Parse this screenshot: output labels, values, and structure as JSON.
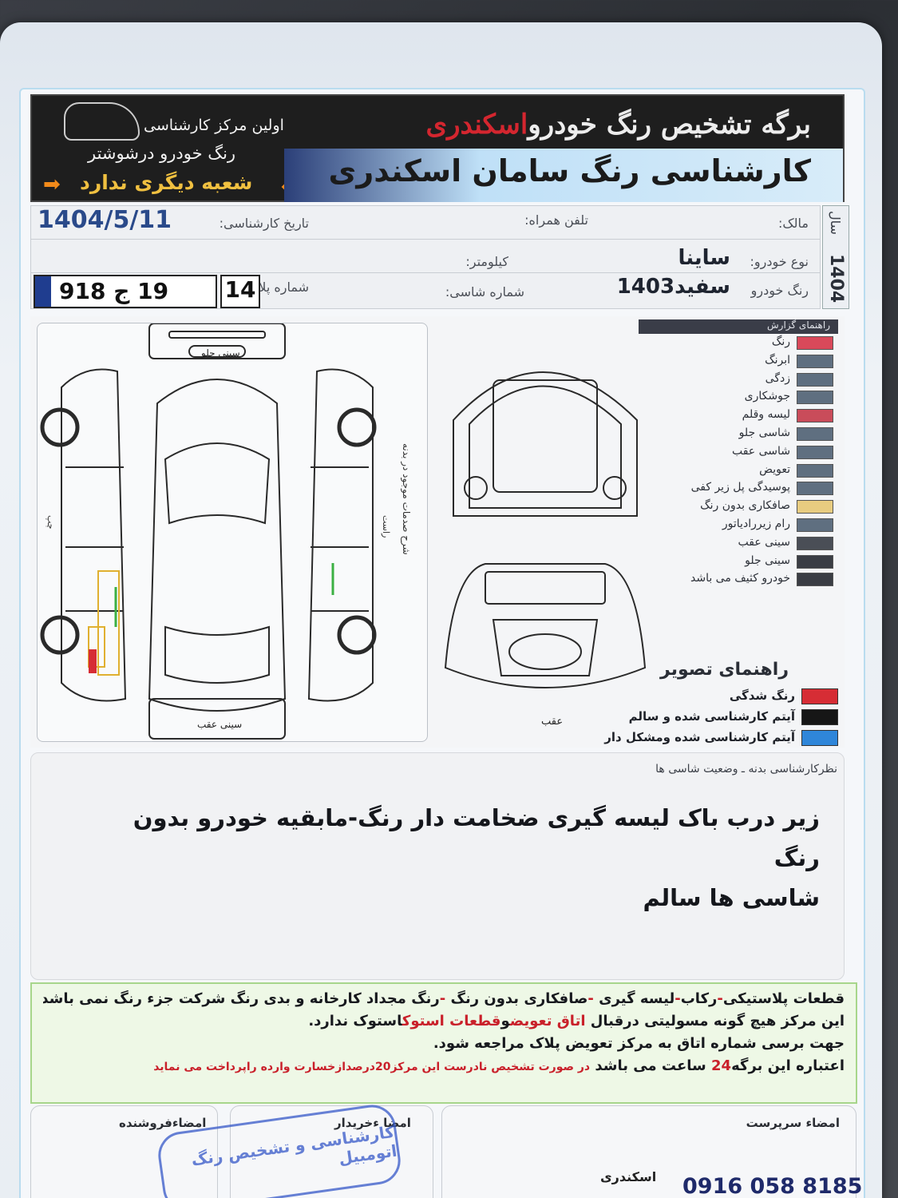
{
  "header": {
    "title_part1": "برگه تشخیص رنگ خودرو",
    "title_part2": "اسکندری",
    "subtitle": "کارشناسی رنگ سامان اسکندری",
    "left_line1": "اولین مرکز کارشناسی",
    "left_line2": "رنگ خودرو درشوشتر",
    "left_line3": "شعبه دیگری ندارد"
  },
  "info": {
    "owner_label": "مالک:",
    "phone_label": "تلفن همراه:",
    "date_label": "تاریخ کارشناسی:",
    "date_value": "1404/5/11",
    "car_type_label": "نوع خودرو:",
    "car_type_value": "ساینا",
    "km_label": "کیلومتر:",
    "color_label": "رنگ خودرو",
    "color_value": "سفید1403",
    "chassis_label": "شماره شاسی:",
    "plate_label": "شماره پلاک",
    "plate_number": "19 ج 918",
    "plate_code": "14",
    "year_label": "سال",
    "year_value": "1404"
  },
  "diagram": {
    "sini_jolo": "سینی جلو",
    "sini_aghab": "سینی عقب",
    "aghab": "عقب",
    "chap": "چپ",
    "rast": "راست",
    "side_note": "شرح صدمات موجود در بدنه"
  },
  "legend": {
    "header": "راهنمای گزارش",
    "items": [
      {
        "label": "رنگ",
        "color": "#d9495a"
      },
      {
        "label": "ابرنگ",
        "color": "#5f6f80"
      },
      {
        "label": "زدگی",
        "color": "#5f6f80"
      },
      {
        "label": "جوشکاری",
        "color": "#5f6f80"
      },
      {
        "label": "لیسه وقلم",
        "color": "#c94c5a"
      },
      {
        "label": "شاسی جلو",
        "color": "#5f6f80"
      },
      {
        "label": "شاسی عقب",
        "color": "#5f6f80"
      },
      {
        "label": "تعویض",
        "color": "#5f6f80"
      },
      {
        "label": "پوسیدگی پل زیر کفی",
        "color": "#5f6f80"
      },
      {
        "label": "صافکاری بدون رنگ",
        "color": "#e8cc80"
      },
      {
        "label": "رام زیررادیاتور",
        "color": "#5f6f80"
      },
      {
        "label": "سینی عقب",
        "color": "#4a4e56"
      },
      {
        "label": "سینی جلو",
        "color": "#3a3d44"
      },
      {
        "label": "خودرو کثیف می باشد",
        "color": "#3a3d44"
      }
    ]
  },
  "guide": {
    "title": "راهنمای تصویر",
    "items": [
      {
        "label": "رنگ شدگی",
        "color": "#d62d35"
      },
      {
        "label": "آیتم کارشناسی شده و سالم",
        "color": "#161616"
      },
      {
        "label": "آیتم کارشناسی شده ومشکل دار",
        "color": "#2f86d9"
      }
    ]
  },
  "comments": {
    "label": "نظرکارشناسی بدنه ـ وضعیت شاسی ها",
    "line1": "زیر درب  باک لیسه گیری ضخامت دار رنگ-مابقیه خودرو بدون رنگ",
    "line2": "شاسی ها سالم"
  },
  "notice": {
    "l1a": "قطعات پلاستیکی",
    "l1b": "رکاب",
    "l1c": "لیسه گیری",
    "l1d": "صافکاری بدون رنگ",
    "l1e": "رنگ مجداد کارخانه و بدی رنگ شرکت جزء رنگ نمی باشد.",
    "l2a": "این مرکز هیچ گونه مسولیتی درقبال",
    "l2b": "اتاق تعویض",
    "l2c": "و",
    "l2d": "قطعات استوک",
    "l2e": "استوک ندارد.",
    "l3": "جهت برسی شماره اتاق به مرکز  تعویض پلاک مراجعه شود.",
    "l4a": "اعتباره این برگه",
    "l4b": "24",
    "l4c": "ساعت  می باشد",
    "l4d": "در صورت تشخیص نادرست این مرکز",
    "l4e": "20",
    "l4f": "درصدازخسارت وارده راپرداخت می نماید"
  },
  "signatures": {
    "seller": "امضاءفروشنده",
    "buyer": "امضا ءخریدار",
    "supervisor": "امضاء سرپرست",
    "name": "اسکندری",
    "phone": "0916 058 8185",
    "stamp_text": "کارشناسی و تشخیص رنگ اتومبیل"
  }
}
